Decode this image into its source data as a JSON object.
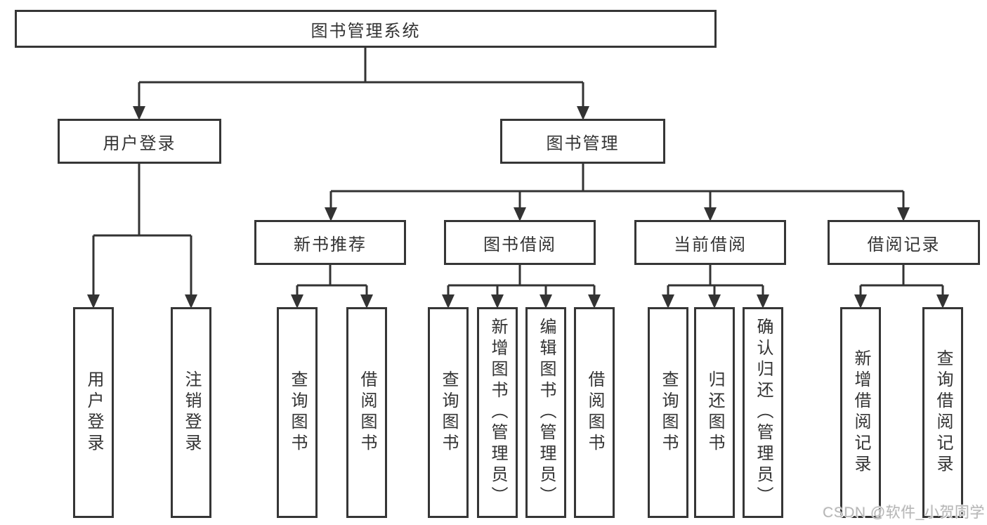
{
  "diagram": {
    "root": {
      "label": "图书管理系统"
    },
    "level2": [
      {
        "label": "用户登录",
        "parent": "图书管理系统"
      },
      {
        "label": "图书管理",
        "parent": "图书管理系统"
      }
    ],
    "level3": [
      {
        "label": "新书推荐",
        "parent": "图书管理"
      },
      {
        "label": "图书借阅",
        "parent": "图书管理"
      },
      {
        "label": "当前借阅",
        "parent": "图书管理"
      },
      {
        "label": "借阅记录",
        "parent": "图书管理"
      }
    ],
    "leaves": [
      {
        "label": "用户登录",
        "parent": "用户登录"
      },
      {
        "label": "注销登录",
        "parent": "用户登录"
      },
      {
        "label": "查询图书",
        "parent": "新书推荐"
      },
      {
        "label": "借阅图书",
        "parent": "新书推荐"
      },
      {
        "label": "查询图书",
        "parent": "图书借阅"
      },
      {
        "label": "新增图书（管理员）",
        "parent": "图书借阅"
      },
      {
        "label": "编辑图书（管理员）",
        "parent": "图书借阅"
      },
      {
        "label": "借阅图书",
        "parent": "图书借阅"
      },
      {
        "label": "查询图书",
        "parent": "当前借阅"
      },
      {
        "label": "归还图书",
        "parent": "当前借阅"
      },
      {
        "label": "确认归还（管理员）",
        "parent": "当前借阅"
      },
      {
        "label": "新增借阅记录",
        "parent": "借阅记录"
      },
      {
        "label": "查询借阅记录",
        "parent": "借阅记录"
      }
    ],
    "watermark": "CSDN @软件_小贺同学",
    "colors": {
      "line": "#333333",
      "box_border": "#363636",
      "text": "#333333",
      "background": "#ffffff",
      "watermark": "#b5b5b5"
    }
  }
}
